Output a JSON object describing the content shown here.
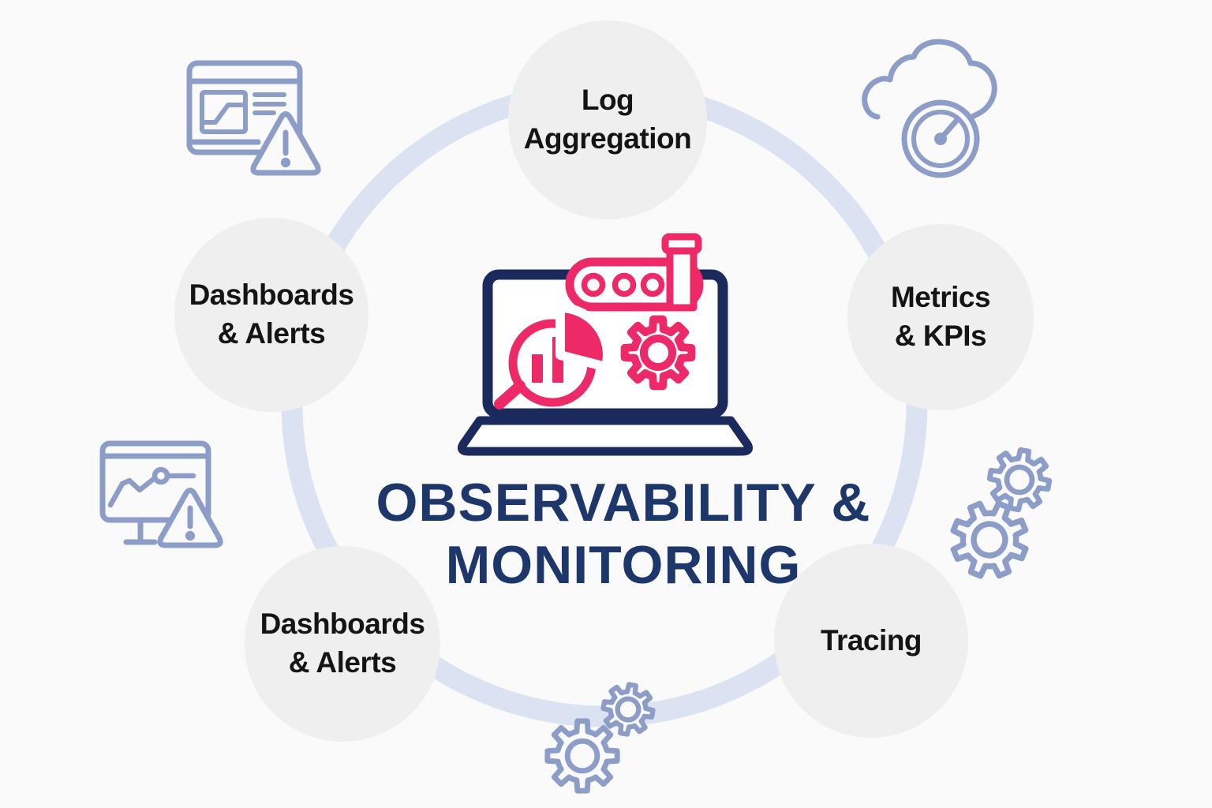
{
  "title": {
    "line1": "OBSERVABILITY &",
    "line2": "MONITORING"
  },
  "nodes": {
    "log_aggregation": {
      "line1": "Log",
      "line2": "Aggregation"
    },
    "metrics_kpis": {
      "line1": "Metrics",
      "line2": "& KPIs"
    },
    "tracing": {
      "line1": "Tracing"
    },
    "dashboards_alerts_left": {
      "line1": "Dashboards",
      "line2": "& Alerts"
    },
    "dashboards_alerts_bottom": {
      "line1": "Dashboards",
      "line2": "& Alerts"
    }
  },
  "icons": {
    "center": "laptop-analytics-icon (laptop with magnifier pie/bar chart, gear, log pipeline)",
    "top_left": "dashboard-alert-icon",
    "top_right": "cloud-gauge-icon",
    "middle_left": "monitor-alert-icon",
    "middle_right": "gears-icon",
    "bottom_center": "gears-icon"
  },
  "colors": {
    "accent_pink": "#ed2a67",
    "laptop_navy": "#1a2a5c",
    "title_navy": "#1d376b",
    "icon_blue": "#8c9ec7",
    "ring_blue": "#dbe3f2",
    "node_gray": "#efeff0",
    "label_black": "#141414",
    "background": "#fafafb"
  }
}
